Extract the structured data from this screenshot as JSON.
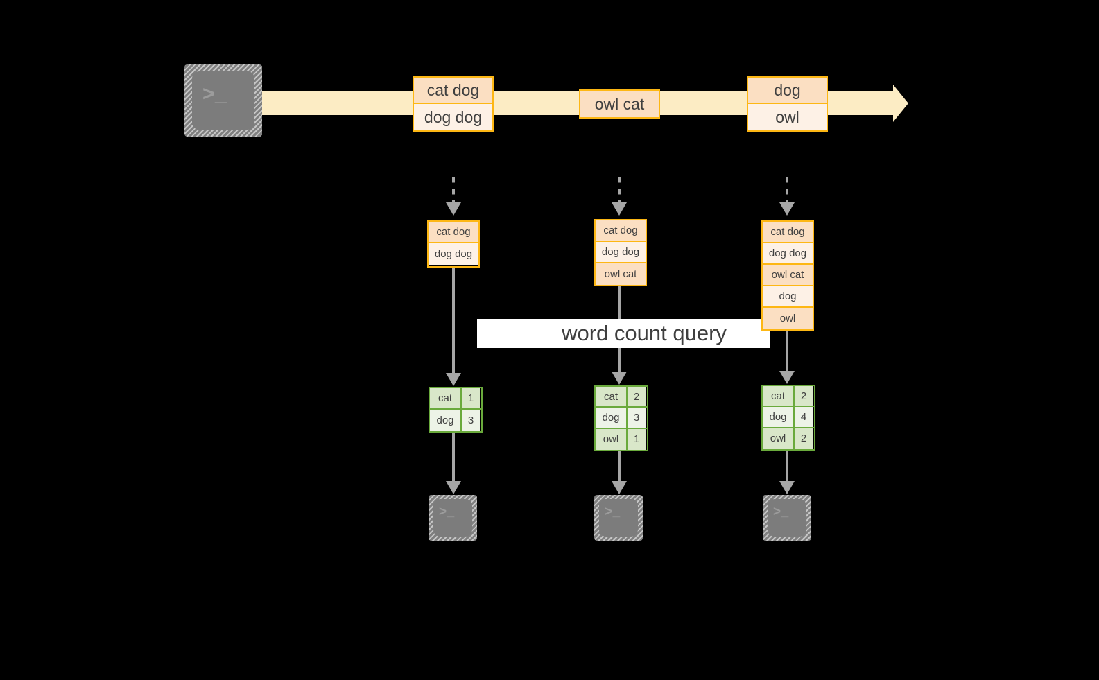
{
  "diagram": {
    "title": "word count query over a stream of text records",
    "accent_orange": "#fdb714",
    "accent_green": "#6aaa3c",
    "stream_color": "#fcecc4",
    "connector_color": "#a6a6a6",
    "background": "#000000"
  },
  "query_label": {
    "text": "word count query"
  },
  "source": {
    "icon": "terminal-icon",
    "prompt_glyph": ">_"
  },
  "stream": {
    "direction": "left-to-right",
    "events": [
      {
        "id": "event-1",
        "lines": [
          {
            "text": "cat dog",
            "shade": "dark"
          },
          {
            "text": "dog dog",
            "shade": "light"
          }
        ]
      },
      {
        "id": "event-2",
        "lines": [
          {
            "text": "owl cat",
            "shade": "dark"
          }
        ]
      },
      {
        "id": "event-3",
        "lines": [
          {
            "text": "dog",
            "shade": "dark"
          },
          {
            "text": "owl",
            "shade": "light"
          }
        ]
      }
    ]
  },
  "snapshots": [
    {
      "id": "snapshot-1",
      "input_lines": [
        {
          "text": "cat dog",
          "shade": "dark"
        },
        {
          "text": "dog dog",
          "shade": "light"
        }
      ],
      "result_header": null,
      "result_rows": [
        {
          "word": "cat",
          "count": "1",
          "shade": "dark"
        },
        {
          "word": "dog",
          "count": "3",
          "shade": "light"
        }
      ],
      "sink": {
        "icon": "terminal-icon",
        "prompt_glyph": ">_"
      }
    },
    {
      "id": "snapshot-2",
      "input_lines": [
        {
          "text": "cat dog",
          "shade": "dark"
        },
        {
          "text": "dog dog",
          "shade": "light"
        },
        {
          "text": "owl cat",
          "shade": "dark"
        }
      ],
      "result_header": null,
      "result_rows": [
        {
          "word": "cat",
          "count": "2",
          "shade": "dark"
        },
        {
          "word": "dog",
          "count": "3",
          "shade": "light"
        },
        {
          "word": "owl",
          "count": "1",
          "shade": "dark"
        }
      ],
      "sink": {
        "icon": "terminal-icon",
        "prompt_glyph": ">_"
      }
    },
    {
      "id": "snapshot-3",
      "input_lines": [
        {
          "text": "cat dog",
          "shade": "dark"
        },
        {
          "text": "dog dog",
          "shade": "light"
        },
        {
          "text": "owl cat",
          "shade": "dark"
        },
        {
          "text": "dog",
          "shade": "light"
        },
        {
          "text": "owl",
          "shade": "dark"
        }
      ],
      "result_header": null,
      "result_rows": [
        {
          "word": "cat",
          "count": "2",
          "shade": "dark"
        },
        {
          "word": "dog",
          "count": "4",
          "shade": "light"
        },
        {
          "word": "owl",
          "count": "2",
          "shade": "dark"
        }
      ],
      "sink": {
        "icon": "terminal-icon",
        "prompt_glyph": ">_"
      }
    }
  ]
}
